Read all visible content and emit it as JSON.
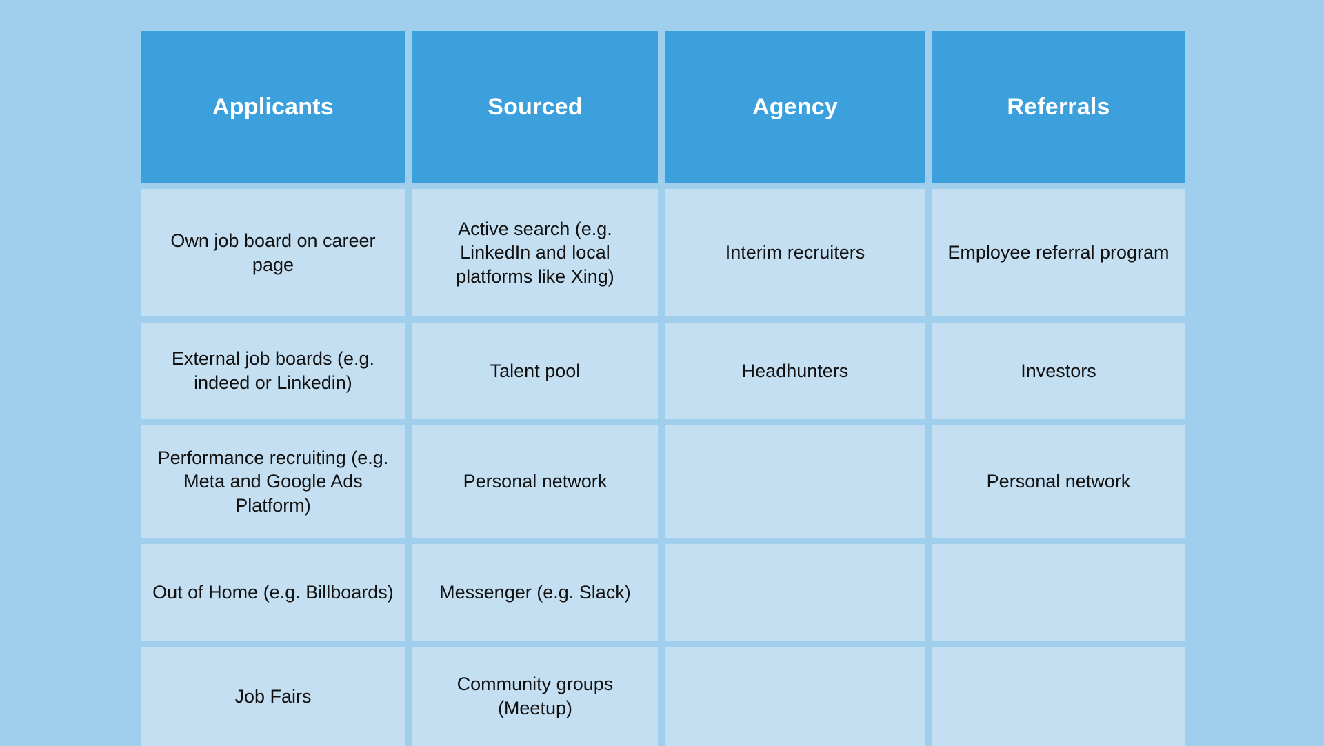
{
  "theme": {
    "page_background": "#9fcfec",
    "header_cell_color": "#3ca0dd",
    "body_cell_color": "#c4dff1",
    "header_text_color": "#ffffff",
    "body_text_color": "#111111"
  },
  "table": {
    "columns": [
      {
        "header": "Applicants"
      },
      {
        "header": "Sourced"
      },
      {
        "header": "Agency"
      },
      {
        "header": "Referrals"
      }
    ],
    "rows": [
      {
        "cells": [
          "Own job board on career page",
          "Active search (e.g. LinkedIn and local platforms like Xing)",
          "Interim recruiters",
          "Employee referral program"
        ]
      },
      {
        "cells": [
          "External job boards (e.g. indeed or Linkedin)",
          "Talent pool",
          "Headhunters",
          "Investors"
        ]
      },
      {
        "cells": [
          "Performance recruiting (e.g. Meta and Google Ads Platform)",
          "Personal network",
          "",
          "Personal network"
        ]
      },
      {
        "cells": [
          "Out of Home (e.g. Billboards)",
          "Messenger (e.g. Slack)",
          "",
          ""
        ]
      },
      {
        "cells": [
          "Job Fairs",
          "Community groups (Meetup)",
          "",
          ""
        ]
      }
    ]
  }
}
